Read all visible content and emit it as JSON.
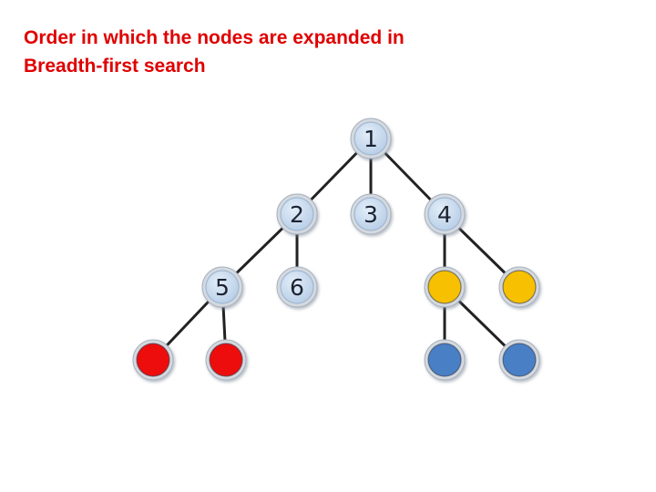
{
  "title": {
    "line1": "Order in which the nodes are expanded in",
    "line2": "Breadth-first search"
  },
  "colors": {
    "title": "#e00000",
    "node_default": "#c6d9ee",
    "node_ring": "#d5d9de",
    "node_expanded_red": "#ee1111",
    "node_expanded_yellow": "#f7c000",
    "node_leaf_blue": "#4a7fc4",
    "edge": "#222222"
  },
  "tree": {
    "nodes": [
      {
        "id": "n1",
        "label": "1",
        "parent": null,
        "state": "expanded-order"
      },
      {
        "id": "n2",
        "label": "2",
        "parent": "n1",
        "state": "expanded-order"
      },
      {
        "id": "n3",
        "label": "3",
        "parent": "n1",
        "state": "expanded-order"
      },
      {
        "id": "n4",
        "label": "4",
        "parent": "n1",
        "state": "expanded-order"
      },
      {
        "id": "n5",
        "label": "5",
        "parent": "n2",
        "state": "expanded-order"
      },
      {
        "id": "n6",
        "label": "6",
        "parent": "n2",
        "state": "expanded-order"
      },
      {
        "id": "n7",
        "label": "",
        "parent": "n4",
        "state": "yellow"
      },
      {
        "id": "n8",
        "label": "",
        "parent": "n4",
        "state": "yellow"
      },
      {
        "id": "n9",
        "label": "",
        "parent": "n5",
        "state": "red"
      },
      {
        "id": "n10",
        "label": "",
        "parent": "n5",
        "state": "red"
      },
      {
        "id": "n11",
        "label": "",
        "parent": "n7",
        "state": "blue"
      },
      {
        "id": "n12",
        "label": "",
        "parent": "n7",
        "state": "blue"
      }
    ]
  }
}
